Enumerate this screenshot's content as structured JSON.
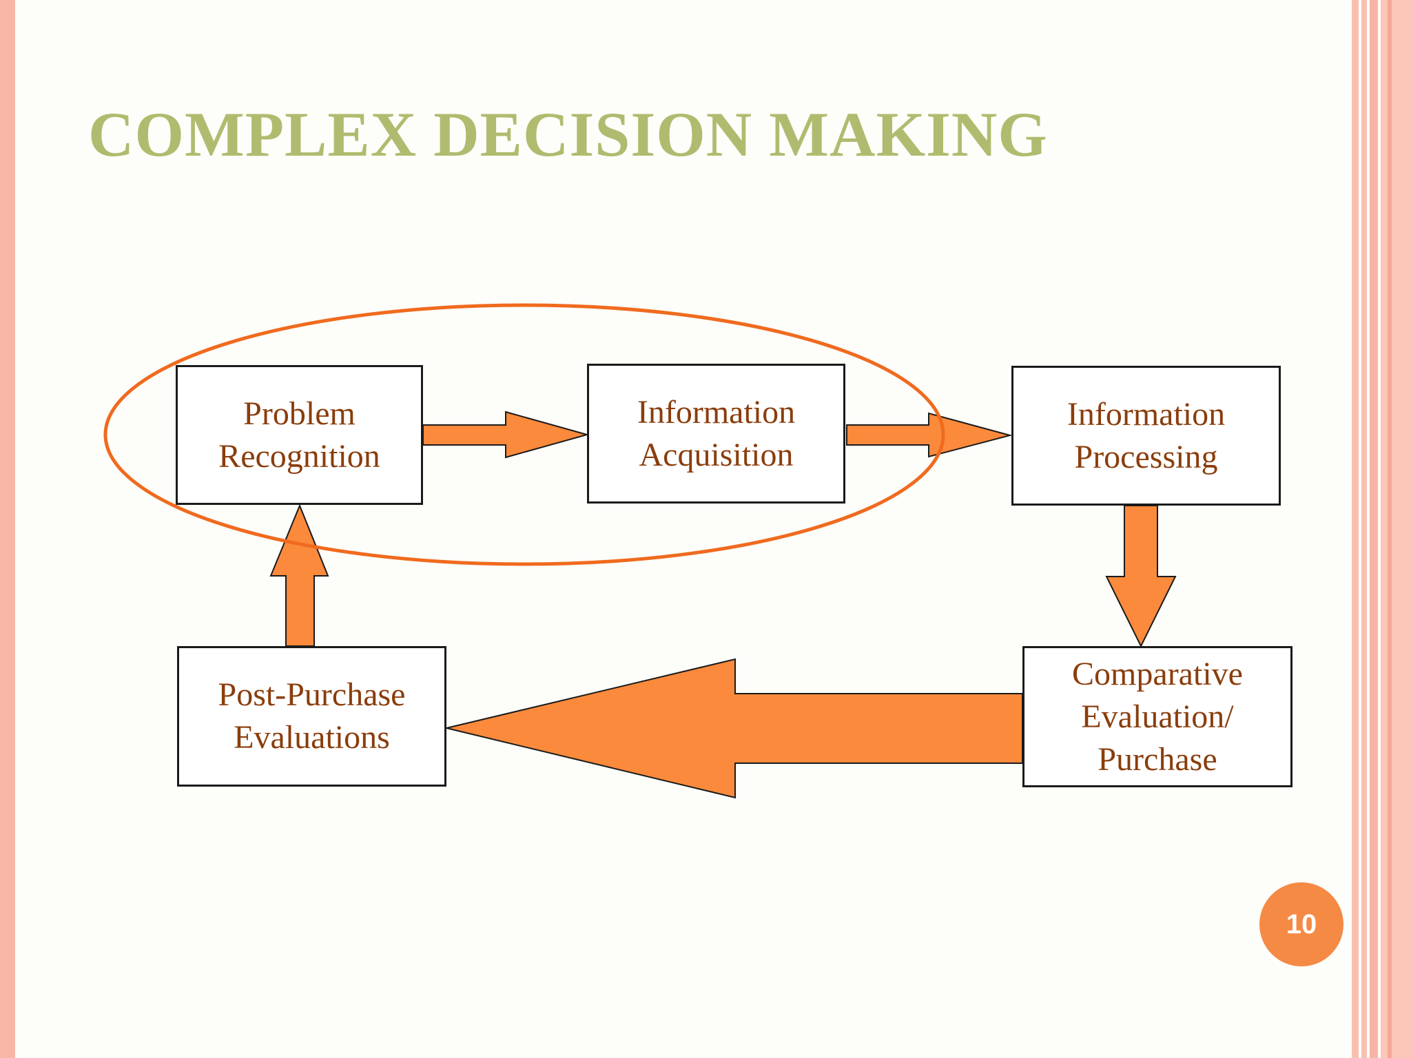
{
  "slide": {
    "title": "COMPLEX DECISION MAKING",
    "page_number": "10"
  },
  "colors": {
    "title": "#b1bb6f",
    "box_text": "#8a3d0c",
    "arrow_fill": "#fb8a3c",
    "ellipse_stroke": "#f06a1e",
    "badge": "#f58a45",
    "border": "#f7b7a8"
  },
  "diagram": {
    "nodes": {
      "problem_recognition": [
        "Problem",
        "Recognition"
      ],
      "information_acquisition": [
        "Information",
        "Acquisition"
      ],
      "information_processing": [
        "Information",
        "Processing"
      ],
      "comparative_evaluation": [
        "Comparative",
        "Evaluation/",
        "Purchase"
      ],
      "post_purchase": [
        "Post-Purchase",
        "Evaluations"
      ]
    },
    "edges": [
      {
        "from": "problem_recognition",
        "to": "information_acquisition"
      },
      {
        "from": "information_acquisition",
        "to": "information_processing"
      },
      {
        "from": "information_processing",
        "to": "comparative_evaluation"
      },
      {
        "from": "comparative_evaluation",
        "to": "post_purchase"
      },
      {
        "from": "post_purchase",
        "to": "problem_recognition"
      }
    ],
    "highlight": [
      "problem_recognition",
      "information_acquisition"
    ]
  }
}
